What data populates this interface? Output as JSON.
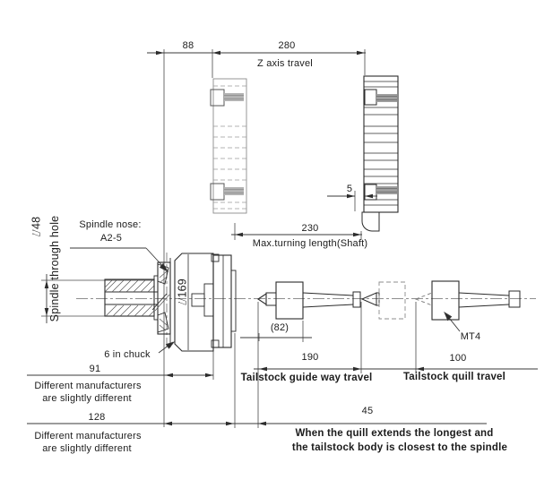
{
  "title": "Lathe spindle / tailstock travel dimension drawing",
  "labels": {
    "dim_88": "88",
    "dim_280": "280",
    "z_axis_travel": "Z axis travel",
    "dim_5": "5",
    "dim_230": "230",
    "max_turning": "Max.turning length(Shaft)",
    "spindle_bore": "⌰48",
    "spindle_through_hole": "Spindle through hole",
    "spindle_nose_1": "Spindle nose:",
    "spindle_nose_2": "A2-5",
    "chuck_dia": "⌰169",
    "chuck_size": "6 in chuck",
    "dim_91": "91",
    "mfr_note_1a": "Different manufacturers",
    "mfr_note_1b": "are slightly different",
    "dim_128": "128",
    "mfr_note_2a": "Different manufacturers",
    "mfr_note_2b": "are slightly different",
    "dim_82": "(82)",
    "dim_190": "190",
    "guide_way_travel": "Tailstock guide way travel",
    "dim_100": "100",
    "quill_travel": "Tailstock quill travel",
    "taper": "MT4",
    "dim_45": "45",
    "quill_note_1": "When the quill extends the longest and",
    "quill_note_2": "the tailstock body is closest to the spindle"
  }
}
